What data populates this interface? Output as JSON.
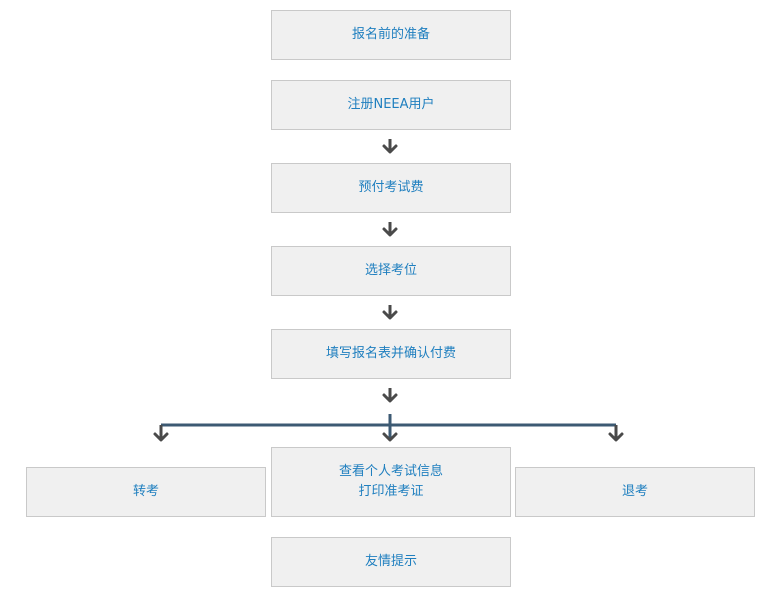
{
  "steps": {
    "prepare": "报名前的准备",
    "register": "注册NEEA用户",
    "prepay": "预付考试费",
    "select": "选择考位",
    "fill": "填写报名表并确认付费",
    "transfer": "转考",
    "view_line1": "查看个人考试信息",
    "view_line2": "打印准考证",
    "withdraw": "退考",
    "tips": "友情提示"
  },
  "colors": {
    "box_bg": "#f0f0f0",
    "box_border": "#c9c9c9",
    "text": "#1f7fbf",
    "arrow": "#4a4a4a",
    "branch_line": "#3c5a73"
  }
}
